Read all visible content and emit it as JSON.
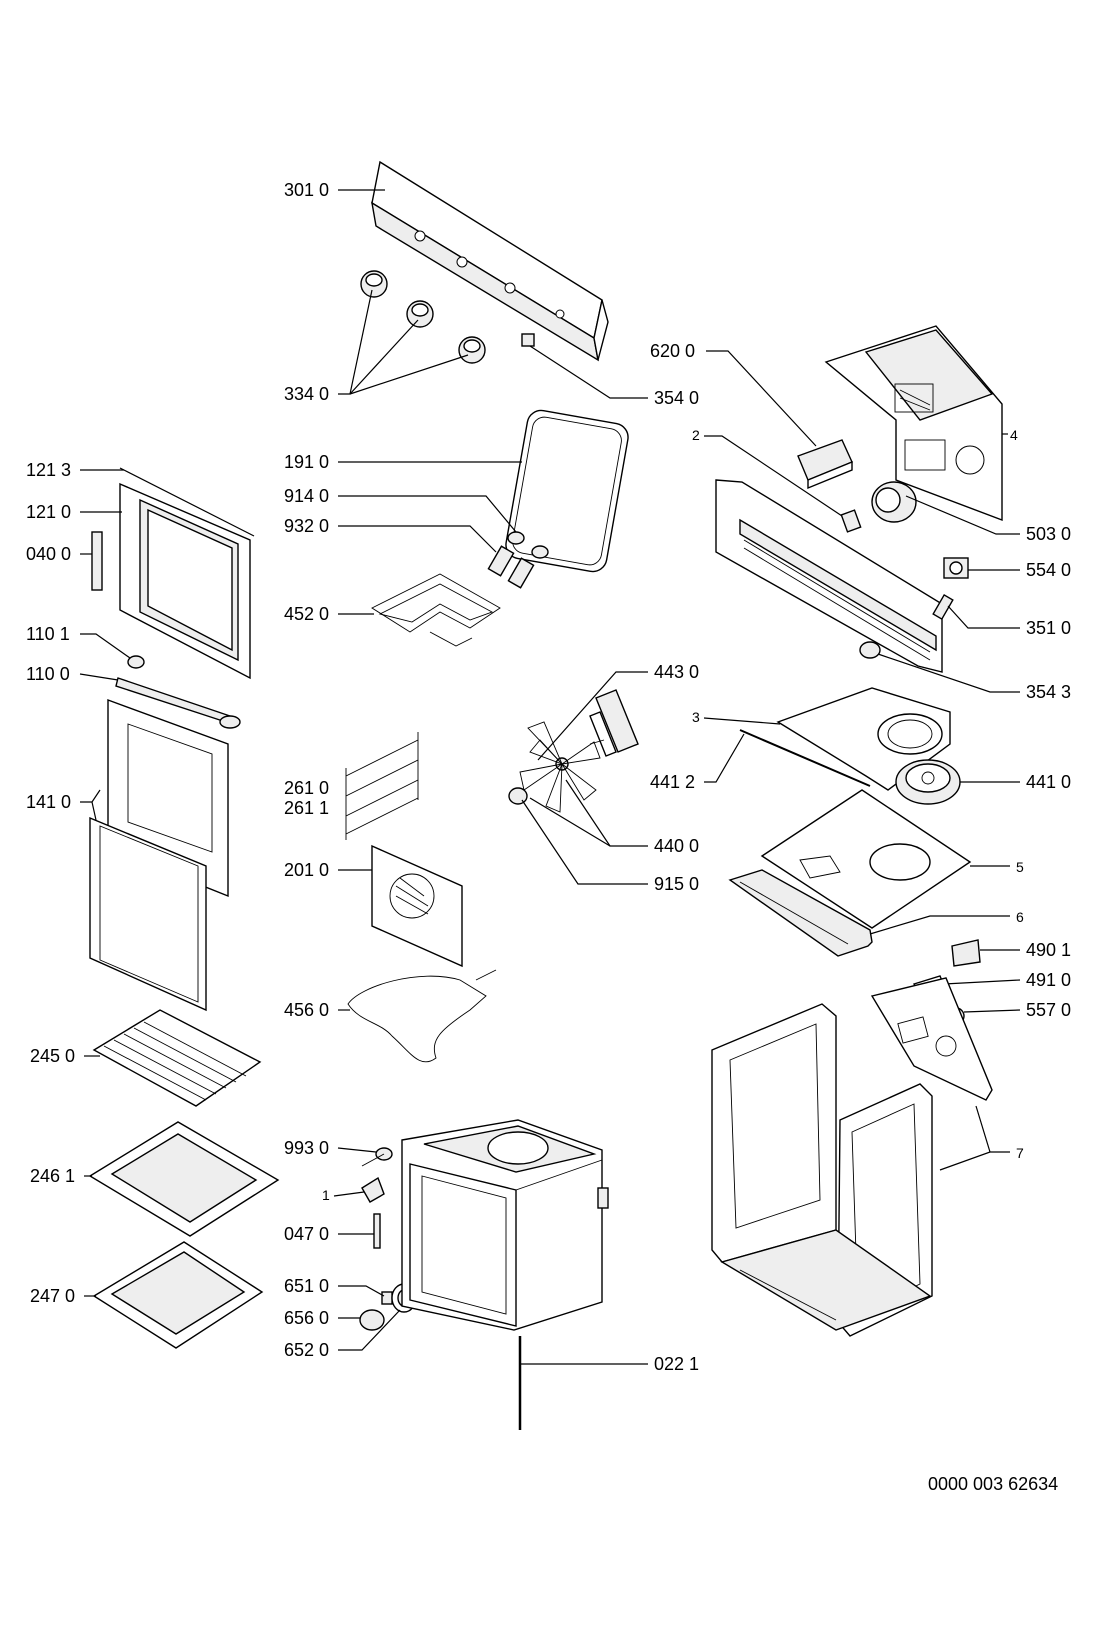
{
  "labels": {
    "l301_0": "301 0",
    "l334_0": "334 0",
    "l354_0": "354 0",
    "l620_0": "620 0",
    "l2": "2",
    "l4": "4",
    "l503_0": "503 0",
    "l554_0": "554 0",
    "l351_0": "351 0",
    "l354_3": "354 3",
    "l121_3": "121 3",
    "l121_0": "121 0",
    "l040_0": "040 0",
    "l110_1": "110 1",
    "l110_0": "110 0",
    "l141_0": "141 0",
    "l245_0": "245 0",
    "l246_1": "246 1",
    "l247_0": "247 0",
    "l191_0": "191 0",
    "l914_0": "914 0",
    "l932_0": "932 0",
    "l452_0": "452 0",
    "l261_0": "261 0",
    "l261_1": "261 1",
    "l201_0": "201 0",
    "l456_0": "456 0",
    "l993_0": "993 0",
    "l1": "1",
    "l047_0": "047 0",
    "l651_0": "651 0",
    "l656_0": "656 0",
    "l652_0": "652 0",
    "l022_1": "022 1",
    "l443_0": "443 0",
    "l3": "3",
    "l441_2": "441 2",
    "l441_0": "441 0",
    "l440_0": "440 0",
    "l915_0": "915 0",
    "l5": "5",
    "l6": "6",
    "l490_1": "490 1",
    "l491_0": "491 0",
    "l557_0": "557 0",
    "l7": "7"
  },
  "footer": {
    "doc_number": "0000 003 62634"
  },
  "colors": {
    "line": "#000000",
    "background": "#ffffff",
    "shade_light": "#eeeeee",
    "shade_dark": "#cfcfcf"
  }
}
